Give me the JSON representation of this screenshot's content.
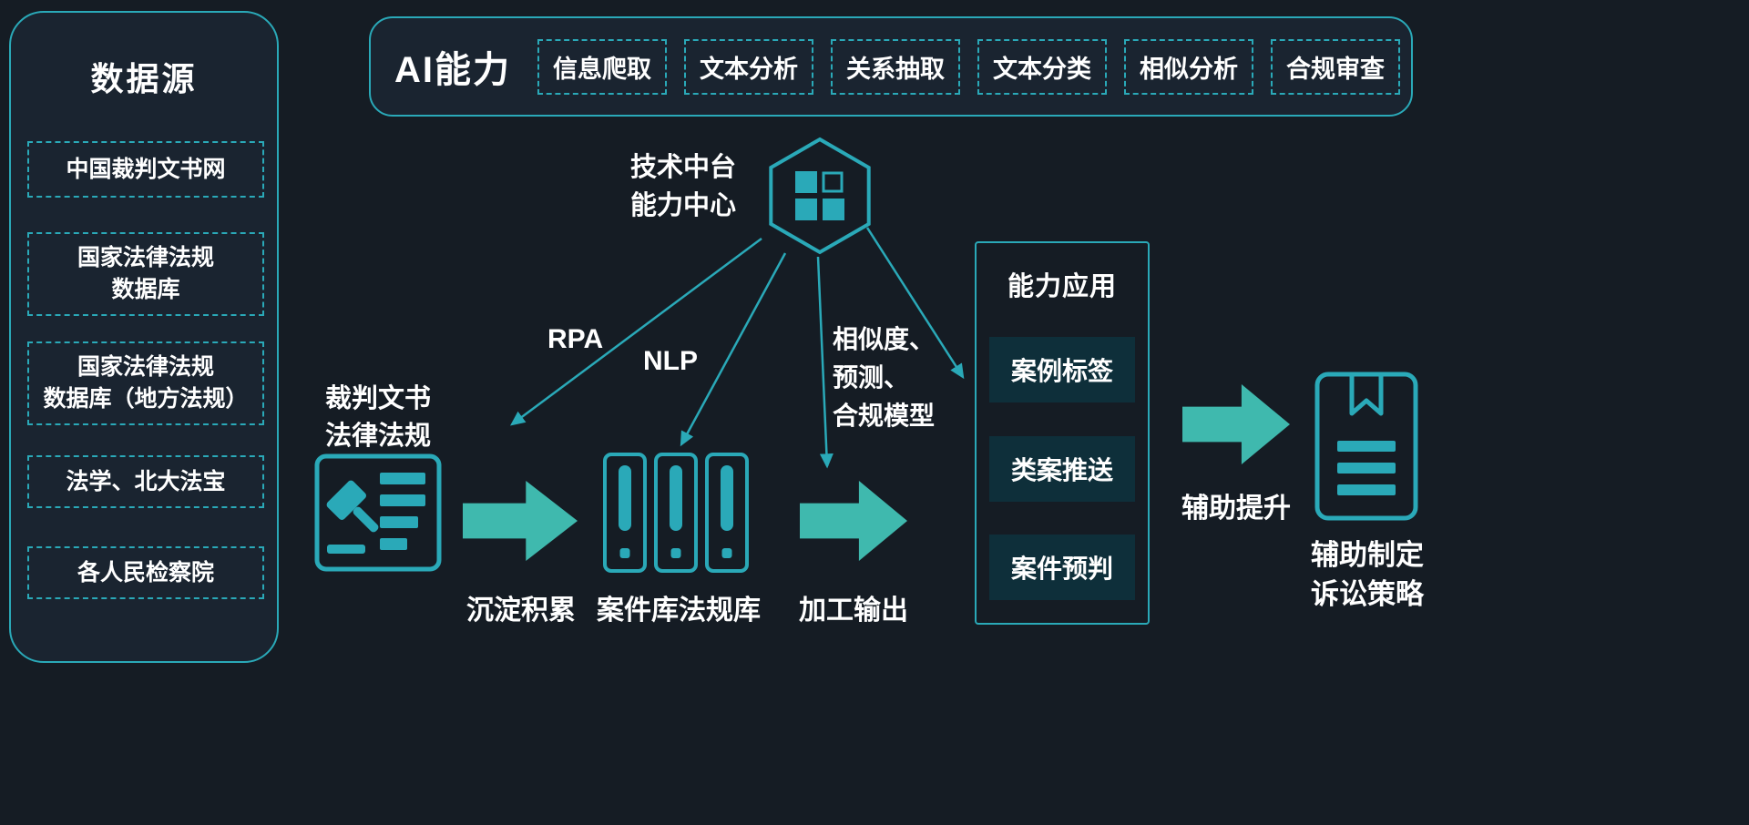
{
  "colors": {
    "background": "#151c24",
    "panel_background": "#1a2430",
    "teal_line": "#2aa9b8",
    "arrow_fill": "#3fb9ae",
    "app_item_background": "#0e2f3a",
    "text": "#ffffff"
  },
  "data_sources": {
    "title": "数据源",
    "items": [
      "中国裁判文书网",
      "国家法律法规\n数据库",
      "国家法律法规\n数据库（地方法规）",
      "法学、北大法宝",
      "各人民检察院"
    ]
  },
  "ai_capabilities": {
    "title": "AI能力",
    "items": [
      "信息爬取",
      "文本分析",
      "关系抽取",
      "文本分类",
      "相似分析",
      "合规审查"
    ]
  },
  "tech_center": {
    "label": "技术中台\n能力中心"
  },
  "connector_labels": {
    "rpa": "RPA",
    "nlp": "NLP",
    "model": "相似度、\n预测、\n合规模型"
  },
  "pipeline": {
    "source_label": "裁判文书\n法律法规",
    "accumulate_label": "沉淀积累",
    "library_label": "案件库法规库",
    "output_label": "加工输出",
    "assist_label": "辅助提升",
    "result_label": "辅助制定\n诉讼策略"
  },
  "capability_app": {
    "title": "能力应用",
    "items": [
      "案例标签",
      "类案推送",
      "案件预判"
    ]
  }
}
